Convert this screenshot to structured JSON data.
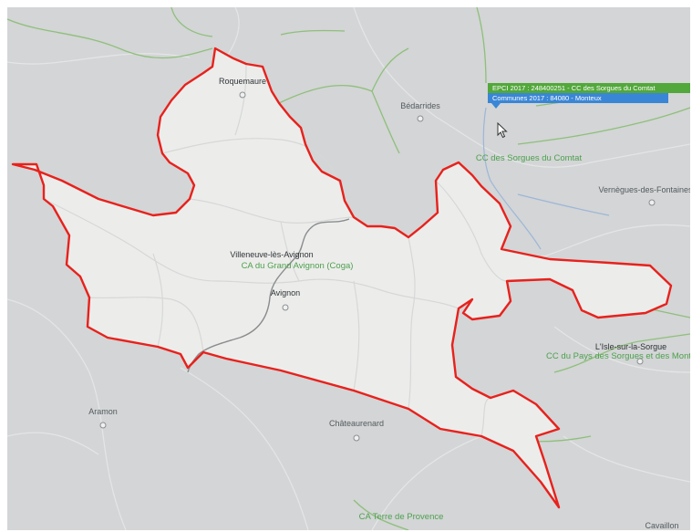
{
  "map": {
    "tooltip": {
      "epci": "EPCI 2017 : 248400251 - CC des Sorgues du Comtat",
      "commune": "Communes 2017 : 84080 - Monteux"
    },
    "places": [
      {
        "id": "roquemaure",
        "name": "Roquemaure"
      },
      {
        "id": "bedarrides",
        "name": "Bédarrides"
      },
      {
        "id": "villeneuve",
        "name": "Villeneuve-lès-Avignon"
      },
      {
        "id": "avignon",
        "name": "Avignon"
      },
      {
        "id": "vernegues",
        "name": "Vernègues-des-Fontaines"
      },
      {
        "id": "isle-sur-sorgue",
        "name": "L'Isle-sur-la-Sorgue"
      },
      {
        "id": "aramon",
        "name": "Aramon"
      },
      {
        "id": "chateaurenard",
        "name": "Châteaurenard"
      },
      {
        "id": "cavaillon",
        "name": "Cavaillon"
      }
    ],
    "epci_labels": [
      {
        "id": "sorgues-comtat",
        "name": "CC des Sorgues du Comtat"
      },
      {
        "id": "grand-avignon",
        "name": "CA du Grand Avignon (Coga)"
      },
      {
        "id": "pays-sorgues",
        "name": "CC du Pays des Sorgues et des Monts de V"
      },
      {
        "id": "terre-provence",
        "name": "CA Terre de Provence"
      }
    ],
    "colors": {
      "background": "#d3d5d6",
      "selected_fill": "#ecedeb",
      "boundary": "#e8211c",
      "green_roads": "#8fbf7a",
      "blue_roads": "#9cb6d8",
      "river": "#8a8c8e",
      "epci_label": "#4ea04e",
      "tooltip_epci": "#52a83a",
      "tooltip_commune": "#3a86d6"
    },
    "icons": [
      "pointer-cursor-icon",
      "town-marker-icon"
    ]
  }
}
